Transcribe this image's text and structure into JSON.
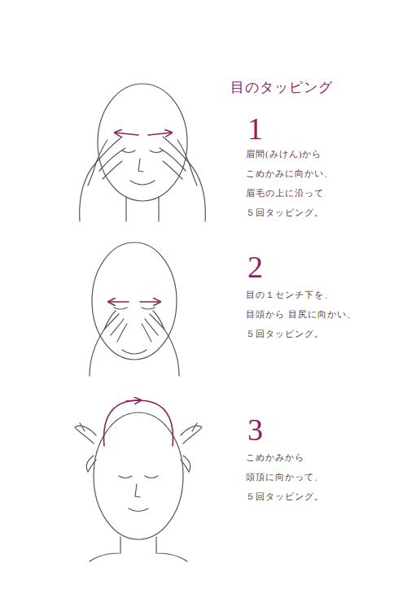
{
  "diagram": {
    "title": "目のタッピング",
    "labels": [
      "1",
      "眉間(みけん)から こめかみに向かい、 眉毛の上に沿って ５回タッピング。",
      "2",
      "目の１センチ下を、 目頭から 目尻に向かい、 ５回タッピング。",
      "3",
      "こめかみから 頭頂に向かって、 ５回タッピング。"
    ]
  }
}
